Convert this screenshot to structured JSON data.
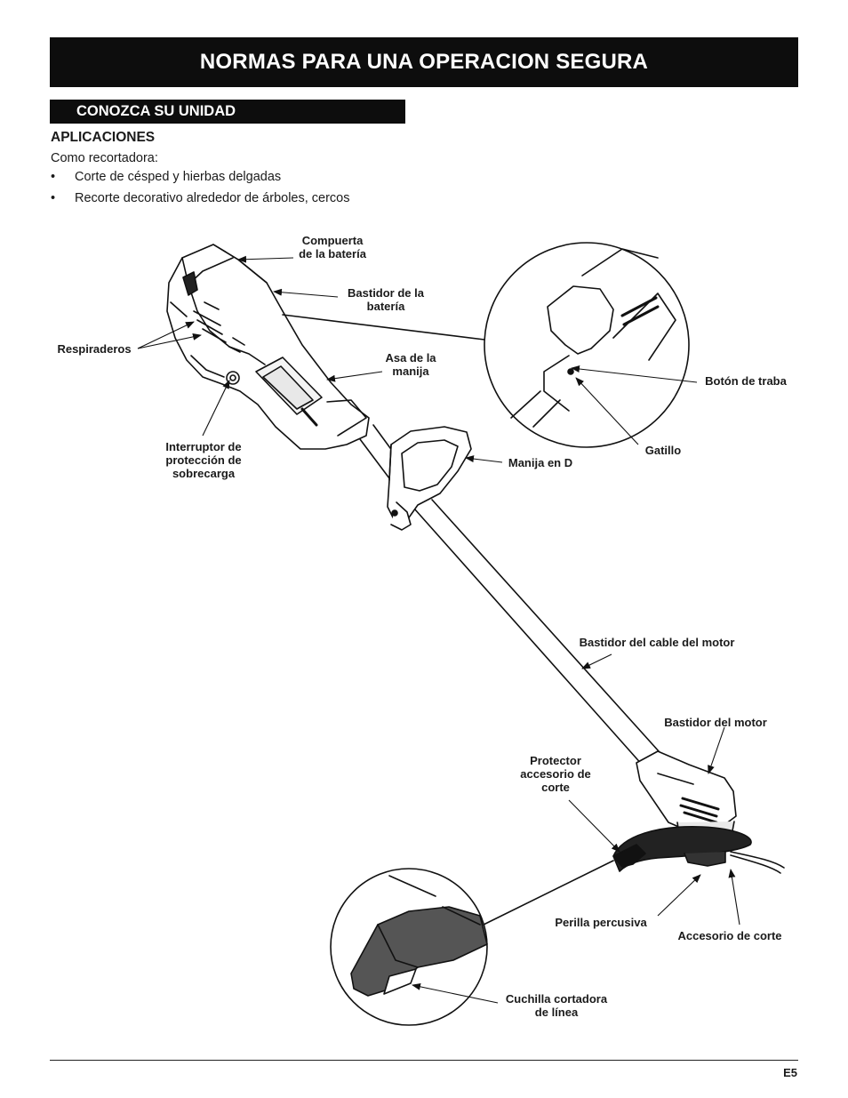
{
  "header": {
    "title": "NORMAS PARA UNA OPERACION SEGURA"
  },
  "section": {
    "title": "CONOZCA SU UNIDAD"
  },
  "applications": {
    "heading": "APLICACIONES",
    "intro": "Como recortadora:",
    "bullet_char": "•",
    "items": [
      "Corte de césped y hierbas delgadas",
      "Recorte decorativo alrededor de árboles, cercos"
    ]
  },
  "labels": {
    "battery_door": [
      "Compuerta",
      "de la batería"
    ],
    "battery_housing": [
      "Bastidor de la",
      "batería"
    ],
    "vents": "Respiraderos",
    "handle_grip": [
      "Asa de la",
      "manija"
    ],
    "overload_switch": [
      "Interruptor de",
      "protección de",
      "sobrecarga"
    ],
    "d_handle": "Manija en D",
    "lock_button": "Botón de traba",
    "trigger": "Gatillo",
    "motor_cable_housing": "Bastidor del cable del motor",
    "motor_housing": "Bastidor del motor",
    "guard": [
      "Protector",
      "accesorio de",
      "corte"
    ],
    "bump_knob": "Perilla percusiva",
    "cutting_attachment": "Accesorio de corte",
    "line_blade": [
      "Cuchilla cortadora",
      "de línea"
    ]
  },
  "footer": {
    "page_number": "E5"
  }
}
